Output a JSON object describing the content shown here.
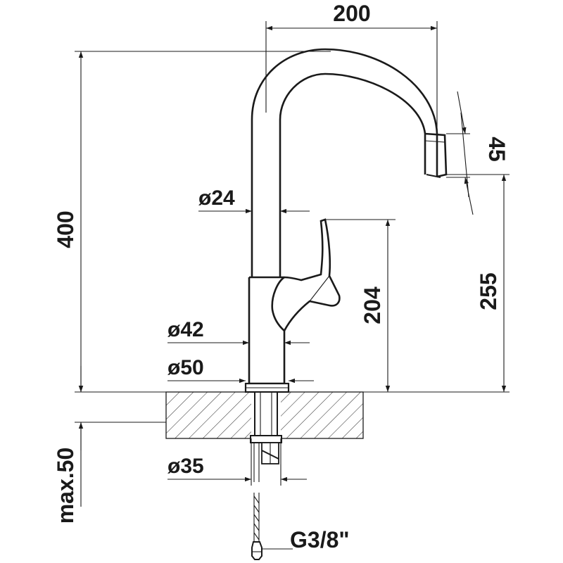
{
  "dimensions": {
    "width_top": "200",
    "height_total": "400",
    "spout_outlet": "45",
    "outlet_height": "255",
    "lever_height": "204",
    "spout_diameter": "ø24",
    "body_diameter": "ø42",
    "base_diameter": "ø50",
    "hole_diameter": "ø35",
    "max_thickness": "max.50",
    "connection": "G3/8\""
  }
}
